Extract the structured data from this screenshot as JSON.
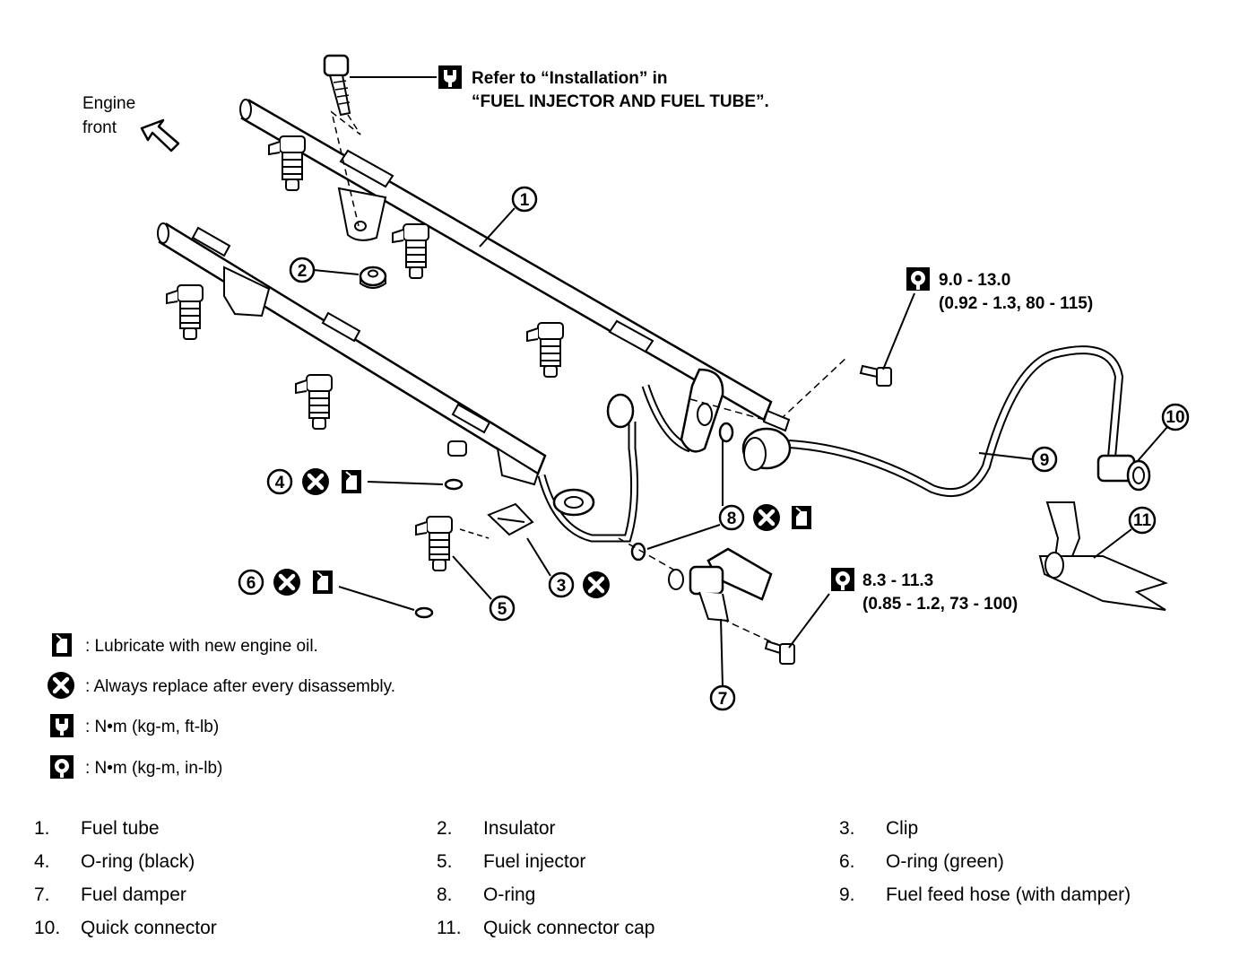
{
  "callouts": {
    "refer_line1": "Refer to “Installation” in",
    "refer_line2": "“FUEL INJECTOR AND FUEL TUBE”.",
    "engine_front_line1": "Engine",
    "engine_front_line2": "front",
    "torque_hose_line1": "9.0 - 13.0",
    "torque_hose_line2": "(0.92 - 1.3, 80 - 115)",
    "torque_damper_line1": "8.3 - 11.3",
    "torque_damper_line2": "(0.85 - 1.2, 73 - 100)"
  },
  "callout_numbers": [
    "1",
    "2",
    "3",
    "4",
    "5",
    "6",
    "7",
    "8",
    "9",
    "10",
    "11"
  ],
  "legend": [
    {
      "icon": "oil-can-icon",
      "text": ": Lubricate with new engine oil."
    },
    {
      "icon": "replace-x-icon",
      "text": ": Always replace after every disassembly."
    },
    {
      "icon": "torque-wrench-icon",
      "text": ":  N•m (kg-m, ft-lb)"
    },
    {
      "icon": "torque-wrench-inlb-icon",
      "text": ":  N•m (kg-m, in-lb)"
    }
  ],
  "parts": [
    {
      "num": "1.",
      "name": "Fuel tube"
    },
    {
      "num": "2.",
      "name": "Insulator"
    },
    {
      "num": "3.",
      "name": "Clip"
    },
    {
      "num": "4.",
      "name": "O-ring (black)"
    },
    {
      "num": "5.",
      "name": "Fuel injector"
    },
    {
      "num": "6.",
      "name": "O-ring (green)"
    },
    {
      "num": "7.",
      "name": "Fuel damper"
    },
    {
      "num": "8.",
      "name": "O-ring"
    },
    {
      "num": "9.",
      "name": "Fuel feed hose (with damper)"
    },
    {
      "num": "10.",
      "name": "Quick connector"
    },
    {
      "num": "11.",
      "name": "Quick connector cap"
    }
  ]
}
